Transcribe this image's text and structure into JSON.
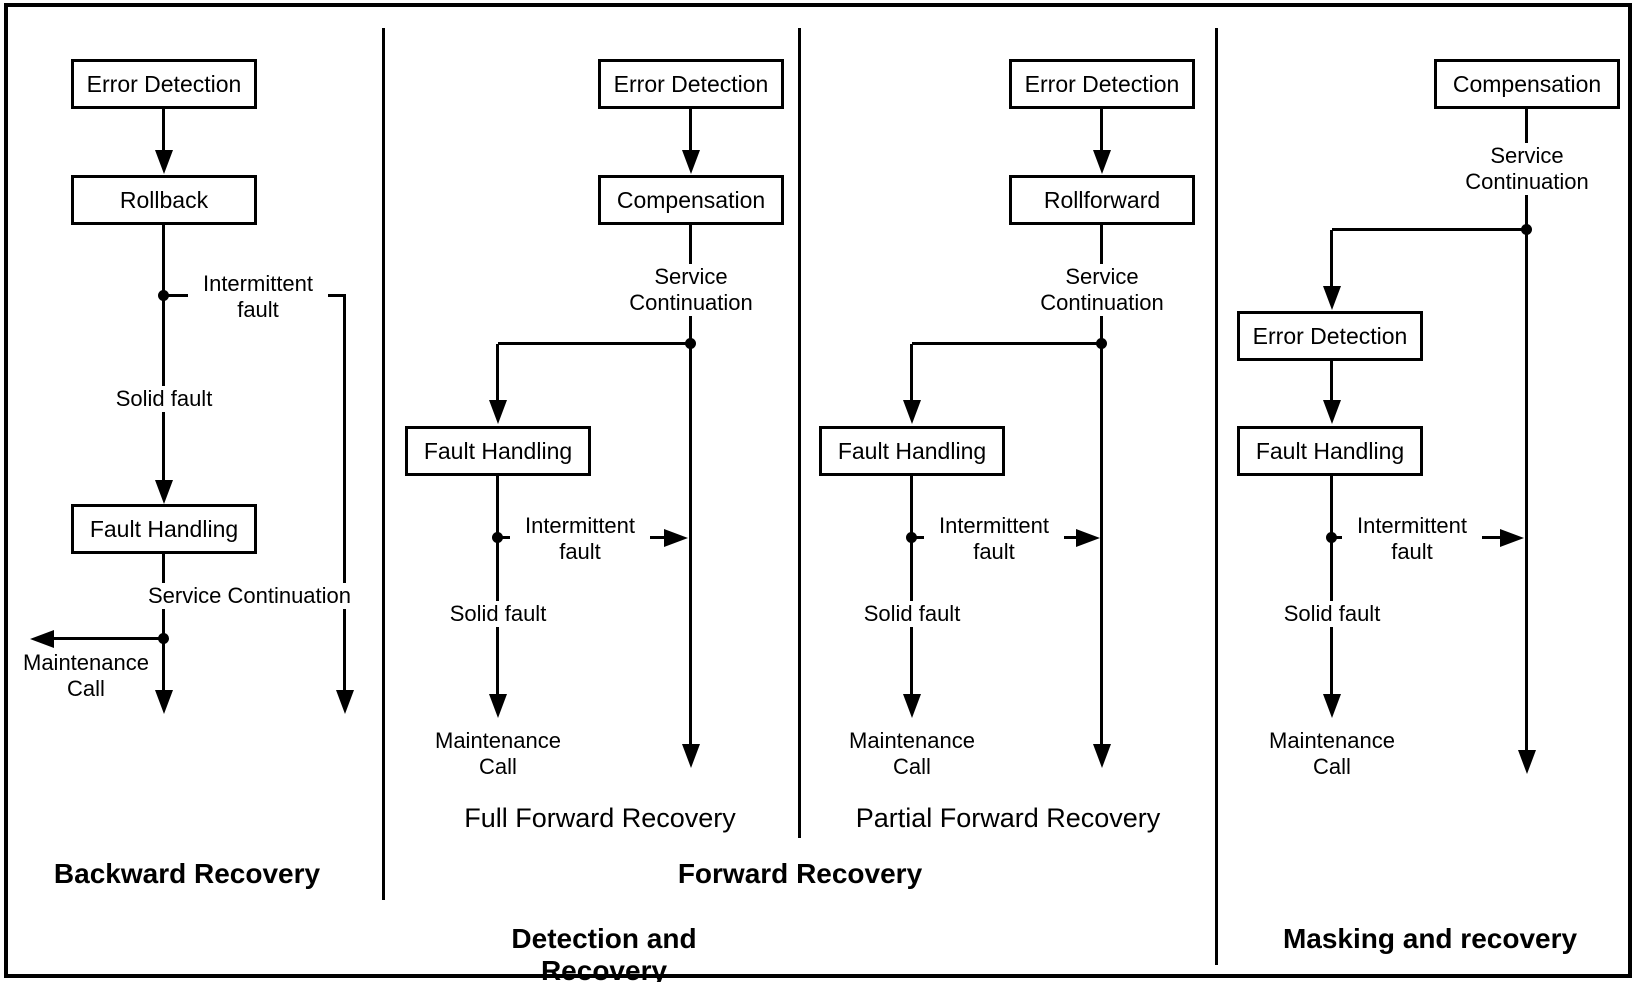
{
  "col1": {
    "error_detection": "Error Detection",
    "rollback": "Rollback",
    "intermittent_fault": "Intermittent fault",
    "solid_fault": "Solid fault",
    "fault_handling": "Fault Handling",
    "service_continuation": "Service Continuation",
    "maintenance_call": "Maintenance Call",
    "category": "Backward Recovery"
  },
  "col2": {
    "error_detection": "Error Detection",
    "compensation": "Compensation",
    "service_continuation": "Service Continuation",
    "fault_handling": "Fault Handling",
    "intermittent_fault": "Intermittent fault",
    "solid_fault": "Solid fault",
    "maintenance_call": "Maintenance Call",
    "label": "Full Forward Recovery"
  },
  "col3": {
    "error_detection": "Error Detection",
    "rollforward": "Rollforward",
    "service_continuation": "Service Continuation",
    "fault_handling": "Fault Handling",
    "intermittent_fault": "Intermittent fault",
    "solid_fault": "Solid fault",
    "maintenance_call": "Maintenance Call",
    "label": "Partial Forward Recovery"
  },
  "col4": {
    "compensation": "Compensation",
    "service_continuation": "Service Continuation",
    "error_detection": "Error Detection",
    "fault_handling": "Fault Handling",
    "intermittent_fault": "Intermittent fault",
    "solid_fault": "Solid fault",
    "maintenance_call": "Maintenance Call",
    "category": "Masking and recovery"
  },
  "categories": {
    "forward": "Forward Recovery",
    "detection": "Detection and Recovery"
  },
  "colors": {
    "line": "#000000",
    "text": "#000000",
    "background": "#ffffff"
  }
}
